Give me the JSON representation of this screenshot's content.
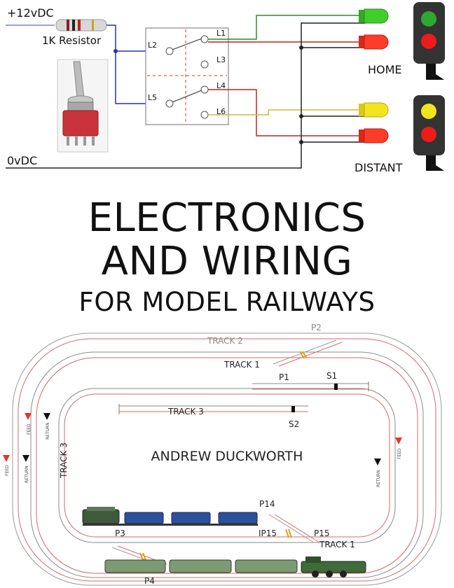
{
  "circuit": {
    "supply_label": "+12vDC",
    "resistor_label": "1K Resistor",
    "ground_label": "0vDC",
    "switch_contacts": [
      "L1",
      "L2",
      "L3",
      "L4",
      "L5",
      "L6"
    ],
    "home_label": "HOME",
    "distant_label": "DISTANT"
  },
  "cover": {
    "title_line1": "ELECTRONICS",
    "title_line2": "AND WIRING",
    "title_line3": "FOR MODEL RAILWAYS",
    "author": "ANDREW DUCKWORTH"
  },
  "layout_labels": {
    "track2": "TRACK 2",
    "track1_top": "TRACK 1",
    "track3_side": "TRACK 3",
    "track3_siding": "TRACK 3",
    "track1_bottom": "TRACK 1",
    "p1": "P1",
    "p2": "P2",
    "p3": "P3",
    "p4": "P4",
    "p14": "P14",
    "p15": "P15",
    "ip15": "IP15",
    "s1": "S1",
    "s2": "S2",
    "feed": "FEED",
    "return": "RETURN"
  },
  "colors": {
    "green_led": "#3fcf2a",
    "red_led": "#ff3b2a",
    "yellow_led": "#f2e41e",
    "wire_blue": "#2433b5",
    "wire_green": "#2f8a2a",
    "wire_red": "#b22a22",
    "track_red": "#d46a6a",
    "train_green": "#5b7a52",
    "wagon_blue": "#2e4f9a"
  }
}
